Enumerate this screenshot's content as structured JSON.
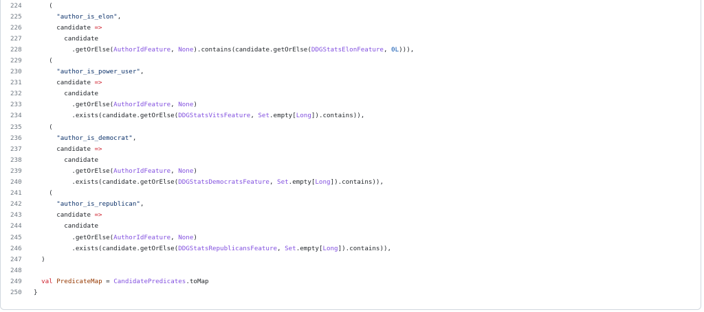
{
  "code": {
    "lines": [
      {
        "num": "224",
        "segments": [
          {
            "t": "    (",
            "k": "plain"
          }
        ]
      },
      {
        "num": "225",
        "segments": [
          {
            "t": "      ",
            "k": "plain"
          },
          {
            "t": "\"author_is_elon\"",
            "k": "str"
          },
          {
            "t": ",",
            "k": "plain"
          }
        ]
      },
      {
        "num": "226",
        "segments": [
          {
            "t": "      candidate ",
            "k": "plain"
          },
          {
            "t": "=>",
            "k": "op"
          }
        ]
      },
      {
        "num": "227",
        "segments": [
          {
            "t": "        candidate",
            "k": "plain"
          }
        ]
      },
      {
        "num": "228",
        "segments": [
          {
            "t": "          .getOrElse(",
            "k": "plain"
          },
          {
            "t": "AuthorIdFeature",
            "k": "type"
          },
          {
            "t": ", ",
            "k": "plain"
          },
          {
            "t": "None",
            "k": "type"
          },
          {
            "t": ").contains(candidate.getOrElse(",
            "k": "plain"
          },
          {
            "t": "DDGStatsElonFeature",
            "k": "type"
          },
          {
            "t": ", ",
            "k": "plain"
          },
          {
            "t": "0L",
            "k": "num"
          },
          {
            "t": "))),",
            "k": "plain"
          }
        ]
      },
      {
        "num": "229",
        "segments": [
          {
            "t": "    (",
            "k": "plain"
          }
        ]
      },
      {
        "num": "230",
        "segments": [
          {
            "t": "      ",
            "k": "plain"
          },
          {
            "t": "\"author_is_power_user\"",
            "k": "str"
          },
          {
            "t": ",",
            "k": "plain"
          }
        ]
      },
      {
        "num": "231",
        "segments": [
          {
            "t": "      candidate ",
            "k": "plain"
          },
          {
            "t": "=>",
            "k": "op"
          }
        ]
      },
      {
        "num": "232",
        "segments": [
          {
            "t": "        candidate",
            "k": "plain"
          }
        ]
      },
      {
        "num": "233",
        "segments": [
          {
            "t": "          .getOrElse(",
            "k": "plain"
          },
          {
            "t": "AuthorIdFeature",
            "k": "type"
          },
          {
            "t": ", ",
            "k": "plain"
          },
          {
            "t": "None",
            "k": "type"
          },
          {
            "t": ")",
            "k": "plain"
          }
        ]
      },
      {
        "num": "234",
        "segments": [
          {
            "t": "          .exists(candidate.getOrElse(",
            "k": "plain"
          },
          {
            "t": "DDGStatsVitsFeature",
            "k": "type"
          },
          {
            "t": ", ",
            "k": "plain"
          },
          {
            "t": "Set",
            "k": "type"
          },
          {
            "t": ".empty[",
            "k": "plain"
          },
          {
            "t": "Long",
            "k": "type"
          },
          {
            "t": "]).contains)),",
            "k": "plain"
          }
        ]
      },
      {
        "num": "235",
        "segments": [
          {
            "t": "    (",
            "k": "plain"
          }
        ]
      },
      {
        "num": "236",
        "segments": [
          {
            "t": "      ",
            "k": "plain"
          },
          {
            "t": "\"author_is_democrat\"",
            "k": "str"
          },
          {
            "t": ",",
            "k": "plain"
          }
        ]
      },
      {
        "num": "237",
        "segments": [
          {
            "t": "      candidate ",
            "k": "plain"
          },
          {
            "t": "=>",
            "k": "op"
          }
        ]
      },
      {
        "num": "238",
        "segments": [
          {
            "t": "        candidate",
            "k": "plain"
          }
        ]
      },
      {
        "num": "239",
        "segments": [
          {
            "t": "          .getOrElse(",
            "k": "plain"
          },
          {
            "t": "AuthorIdFeature",
            "k": "type"
          },
          {
            "t": ", ",
            "k": "plain"
          },
          {
            "t": "None",
            "k": "type"
          },
          {
            "t": ")",
            "k": "plain"
          }
        ]
      },
      {
        "num": "240",
        "segments": [
          {
            "t": "          .exists(candidate.getOrElse(",
            "k": "plain"
          },
          {
            "t": "DDGStatsDemocratsFeature",
            "k": "type"
          },
          {
            "t": ", ",
            "k": "plain"
          },
          {
            "t": "Set",
            "k": "type"
          },
          {
            "t": ".empty[",
            "k": "plain"
          },
          {
            "t": "Long",
            "k": "type"
          },
          {
            "t": "]).contains)),",
            "k": "plain"
          }
        ]
      },
      {
        "num": "241",
        "segments": [
          {
            "t": "    (",
            "k": "plain"
          }
        ]
      },
      {
        "num": "242",
        "segments": [
          {
            "t": "      ",
            "k": "plain"
          },
          {
            "t": "\"author_is_republican\"",
            "k": "str"
          },
          {
            "t": ",",
            "k": "plain"
          }
        ]
      },
      {
        "num": "243",
        "segments": [
          {
            "t": "      candidate ",
            "k": "plain"
          },
          {
            "t": "=>",
            "k": "op"
          }
        ]
      },
      {
        "num": "244",
        "segments": [
          {
            "t": "        candidate",
            "k": "plain"
          }
        ]
      },
      {
        "num": "245",
        "segments": [
          {
            "t": "          .getOrElse(",
            "k": "plain"
          },
          {
            "t": "AuthorIdFeature",
            "k": "type"
          },
          {
            "t": ", ",
            "k": "plain"
          },
          {
            "t": "None",
            "k": "type"
          },
          {
            "t": ")",
            "k": "plain"
          }
        ]
      },
      {
        "num": "246",
        "segments": [
          {
            "t": "          .exists(candidate.getOrElse(",
            "k": "plain"
          },
          {
            "t": "DDGStatsRepublicansFeature",
            "k": "type"
          },
          {
            "t": ", ",
            "k": "plain"
          },
          {
            "t": "Set",
            "k": "type"
          },
          {
            "t": ".empty[",
            "k": "plain"
          },
          {
            "t": "Long",
            "k": "type"
          },
          {
            "t": "]).contains)),",
            "k": "plain"
          }
        ]
      },
      {
        "num": "247",
        "segments": [
          {
            "t": "  )",
            "k": "plain"
          }
        ]
      },
      {
        "num": "248",
        "segments": [
          {
            "t": "",
            "k": "plain"
          }
        ]
      },
      {
        "num": "249",
        "segments": [
          {
            "t": "  ",
            "k": "plain"
          },
          {
            "t": "val",
            "k": "kw"
          },
          {
            "t": " ",
            "k": "plain"
          },
          {
            "t": "PredicateMap",
            "k": "def"
          },
          {
            "t": " = ",
            "k": "plain"
          },
          {
            "t": "CandidatePredicates",
            "k": "type"
          },
          {
            "t": ".toMap",
            "k": "plain"
          }
        ]
      },
      {
        "num": "250",
        "segments": [
          {
            "t": "}",
            "k": "plain"
          }
        ]
      }
    ]
  },
  "colors": {
    "string": "#0a3069",
    "operator": "#cf222e",
    "type": "#8250df",
    "keyword": "#cf222e",
    "number": "#0550ae",
    "definition": "#953800",
    "line_number": "#6e7781",
    "text": "#1f2328",
    "border": "#d0d7de"
  }
}
